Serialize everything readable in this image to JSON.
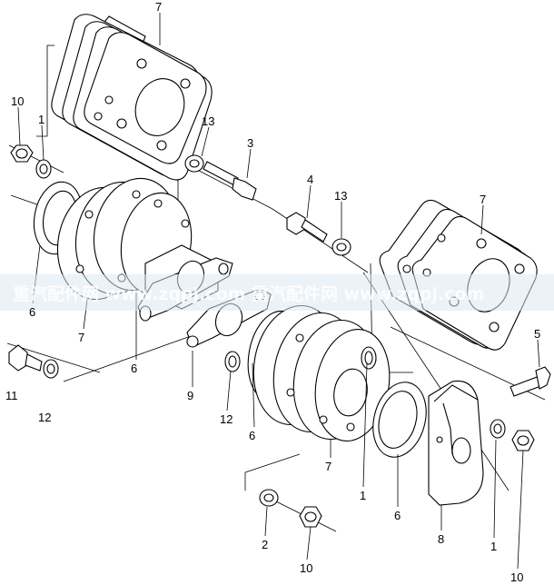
{
  "callouts": {
    "c7_top": "7",
    "c10_left": "10",
    "c1_left": "1",
    "c13_mid": "13",
    "c3": "3",
    "c4": "4",
    "c13_right": "13",
    "c7_right": "7",
    "c6_left": "6",
    "c7_left": "7",
    "c6_center": "6",
    "c5": "5",
    "c11": "11",
    "c12_left": "12",
    "c9": "9",
    "c12_mid": "12",
    "c6_mid": "6",
    "c7_bottom": "7",
    "c1_bottom": "1",
    "c6_bottom": "6",
    "c8": "8",
    "c1_right": "1",
    "c10_right": "10",
    "c2": "2",
    "c10_bottom": "10"
  },
  "watermark": {
    "text": "重汽配件网 www.zqpj.com 重汽配件网 www.zqpj.com",
    "band_color": "#dbe7f3"
  },
  "colors": {
    "line": "#000000",
    "background": "#ffffff"
  }
}
